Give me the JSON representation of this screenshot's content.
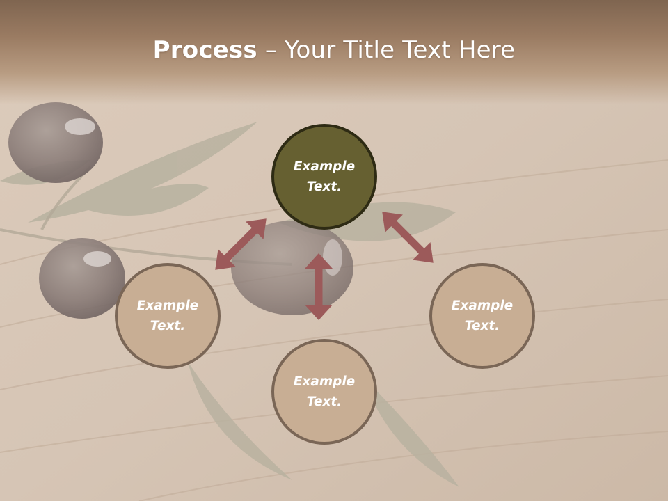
{
  "slide": {
    "title_bold": "Process",
    "title_sep": " – ",
    "title_rest": "Your Title Text Here"
  },
  "nodes": {
    "center": {
      "line1": "Example",
      "line2": "Text."
    },
    "left": {
      "line1": "Example",
      "line2": "Text."
    },
    "right": {
      "line1": "Example",
      "line2": "Text."
    },
    "bottom": {
      "line1": "Example",
      "line2": "Text."
    }
  },
  "colors": {
    "center_fill": "#666031",
    "center_border": "#2e2b14",
    "node_fill": "#c8ae94",
    "node_border": "#7a6656",
    "arrow": "#9c5a5a",
    "title_bar": "#9a7b62"
  }
}
